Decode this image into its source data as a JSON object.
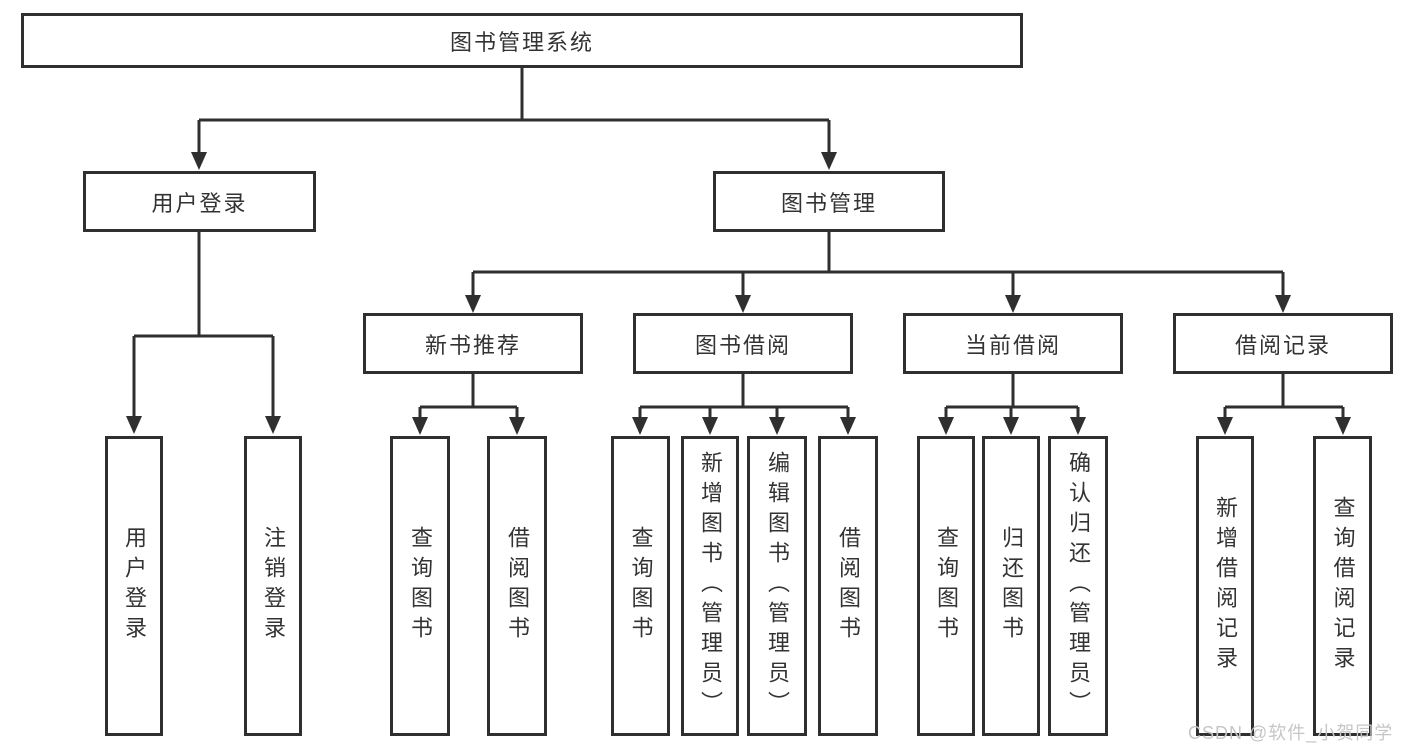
{
  "diagram": {
    "root": {
      "label": "图书管理系统"
    },
    "level2": [
      {
        "label": "用户登录"
      },
      {
        "label": "图书管理"
      }
    ],
    "level3": [
      {
        "label": "新书推荐"
      },
      {
        "label": "图书借阅"
      },
      {
        "label": "当前借阅"
      },
      {
        "label": "借阅记录"
      }
    ],
    "leaves": {
      "user": [
        "用户登录",
        "注销登录"
      ],
      "newbook": [
        "查询图书",
        "借阅图书"
      ],
      "borrow": [
        "查询图书",
        "新增图书（管理员）",
        "编辑图书（管理员）",
        "借阅图书"
      ],
      "current": [
        "查询图书",
        "归还图书",
        "确认归还（管理员）"
      ],
      "records": [
        "新增借阅记录",
        "查询借阅记录"
      ]
    },
    "watermark": "CSDN @软件_小贺同学",
    "colors": {
      "line": "#2f2f2f",
      "text": "#333333",
      "watermark": "#c6c6c6",
      "background": "#ffffff"
    }
  }
}
